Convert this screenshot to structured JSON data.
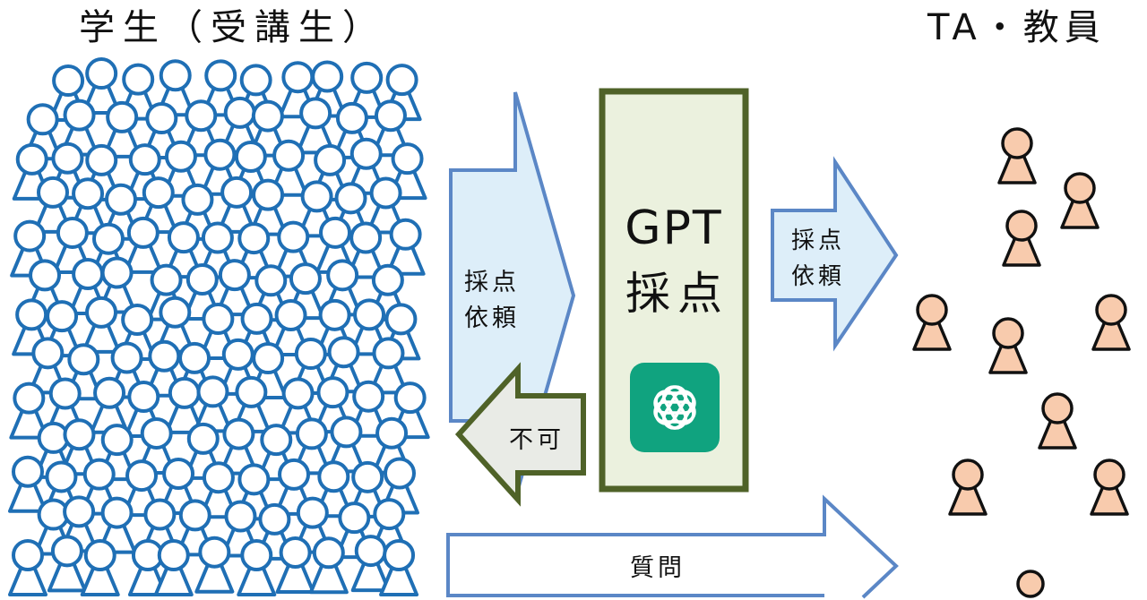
{
  "labels": {
    "students": "学生（受講生）",
    "staff": "TA・教員"
  },
  "grading_request": [
    "採点",
    "依頼"
  ],
  "gpt_box": {
    "title": "GPT",
    "subtitle": "採点",
    "logo_icon": "chatgpt-logo-icon"
  },
  "rejected": "不可",
  "forward_request": [
    "採点",
    "依頼"
  ],
  "question": "質問",
  "icons": {
    "student": "person-icon",
    "staff": "person-icon"
  },
  "colors": {
    "student_stroke": "#1f6fb5",
    "student_fill": "#ffffff",
    "staff_stroke": "#111111",
    "staff_fill": "#f8cbad",
    "arrow_stroke": "#5b87c6",
    "arrow_fill": "#ddeef9",
    "question_fill": "#ffffff",
    "gpt_stroke": "#4f6228",
    "gpt_fill": "#ebf1de",
    "reject_fill": "#e9ebe6",
    "logo_bg": "#10a37f",
    "logo_fg": "#ffffff"
  }
}
